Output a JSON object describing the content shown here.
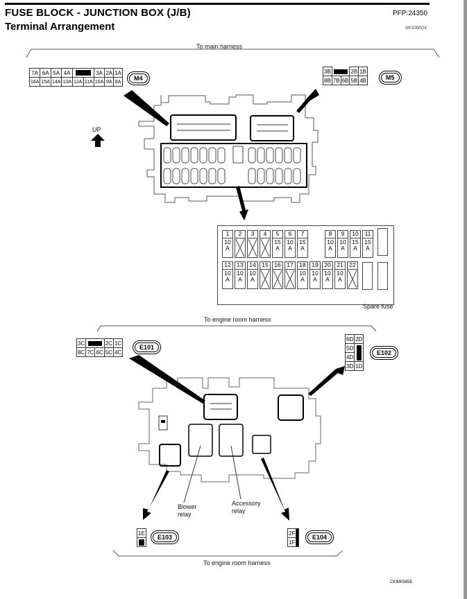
{
  "header": {
    "title": "FUSE BLOCK - JUNCTION BOX (J/B)",
    "subtitle": "Terminal Arrangement",
    "part_code": "PFP:24350",
    "section_code": "NKS000QX"
  },
  "top_section": {
    "harness_label": "To main harness",
    "up_label": "UP",
    "connector_m4": {
      "name": "M4",
      "row1": [
        "7A",
        "6A",
        "5A",
        "4A",
        "",
        "3A",
        "2A",
        "1A"
      ],
      "row2": [
        "16A",
        "15A",
        "14A",
        "13A",
        "12A",
        "11A",
        "10A",
        "9A",
        "8A"
      ]
    },
    "connector_m5": {
      "name": "M5",
      "row1": [
        "3B",
        "",
        "2B",
        "1B"
      ],
      "row2": [
        "8B",
        "7B",
        "6B",
        "5B",
        "4B"
      ]
    },
    "fuses_row1": [
      {
        "num": "1",
        "amp": "10 A"
      },
      {
        "num": "2",
        "amp": ""
      },
      {
        "num": "3",
        "amp": ""
      },
      {
        "num": "4",
        "amp": ""
      },
      {
        "num": "5",
        "amp": "15 A"
      },
      {
        "num": "6",
        "amp": "10 A"
      },
      {
        "num": "7",
        "amp": "15 A"
      },
      {
        "num": "8",
        "amp": "10 A"
      },
      {
        "num": "9",
        "amp": "10 A"
      },
      {
        "num": "10",
        "amp": "15 A"
      },
      {
        "num": "11",
        "amp": "15 A"
      }
    ],
    "fuses_row2": [
      {
        "num": "12",
        "amp": "10 A"
      },
      {
        "num": "13",
        "amp": "10 A"
      },
      {
        "num": "14",
        "amp": "10 A"
      },
      {
        "num": "15",
        "amp": ""
      },
      {
        "num": "16",
        "amp": ""
      },
      {
        "num": "17",
        "amp": ""
      },
      {
        "num": "18",
        "amp": "10 A"
      },
      {
        "num": "19",
        "amp": "10 A"
      },
      {
        "num": "20",
        "amp": "10 A"
      },
      {
        "num": "21",
        "amp": "10 A"
      },
      {
        "num": "22",
        "amp": ""
      }
    ],
    "spare_label": "Spare fuse"
  },
  "bottom_section": {
    "harness_label_top": "To engine room harness",
    "harness_label_bottom": "To engine room harness",
    "connector_e101": {
      "name": "E101",
      "row1": [
        "3C",
        "",
        "2C",
        "1C"
      ],
      "row2": [
        "8C",
        "7C",
        "6C",
        "5C",
        "4C"
      ]
    },
    "connector_e102": {
      "name": "E102",
      "rows": [
        [
          "6D",
          "2D"
        ],
        [
          "5D",
          ""
        ],
        [
          "4D",
          ""
        ],
        [
          "3D",
          "1D"
        ]
      ]
    },
    "connector_e103": {
      "name": "E103",
      "rows": [
        "1E",
        ""
      ]
    },
    "connector_e104": {
      "name": "E104",
      "rows": [
        "2F",
        "1F"
      ]
    },
    "blower_relay_label": "Blower relay",
    "accessory_relay_label": "Accessory relay"
  },
  "footer": {
    "figure_code": "CKIM0585E"
  }
}
